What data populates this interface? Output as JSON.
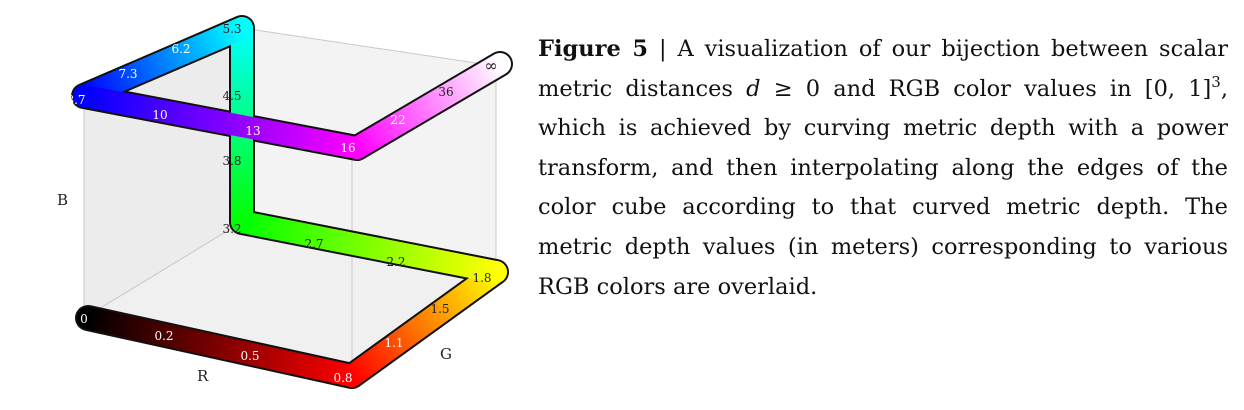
{
  "figure": {
    "axis_labels": {
      "r": "R",
      "g": "G",
      "b": "B"
    },
    "path_labels": {
      "l0": "0",
      "l02": "0.2",
      "l05": "0.5",
      "l08": "0.8",
      "l11": "1.1",
      "l15": "1.5",
      "l18": "1.8",
      "l22": "2.2",
      "l27": "2.7",
      "l32": "3.2",
      "l38": "3.8",
      "l45": "4.5",
      "l53": "5.3",
      "l62": "6.2",
      "l73": "7.3",
      "l87": "8.7",
      "l10": "10",
      "l13": "13",
      "l16": "16",
      "l22b": "22",
      "l36": "36",
      "linf": "∞"
    },
    "colors": {
      "black": "#000000",
      "red": "#ff0000",
      "yellow": "#ffff00",
      "green": "#00ff00",
      "cyan": "#00ffff",
      "blue": "#0000ff",
      "magenta": "#ff00ff",
      "white": "#ffffff"
    }
  },
  "caption": {
    "label": "Figure 5",
    "separator": "|",
    "part1": "A visualization of our bijection between scalar metric distances",
    "math_d": "d",
    "part2": "≥ 0 and RGB color values in [0, 1]",
    "superscript": "3",
    "part3": ", which is achieved by curving metric depth with a power transform, and then interpolating along the edges of the color cube according to that curved metric depth. The metric depth values (in meters) corresponding to various RGB colors are overlaid."
  }
}
